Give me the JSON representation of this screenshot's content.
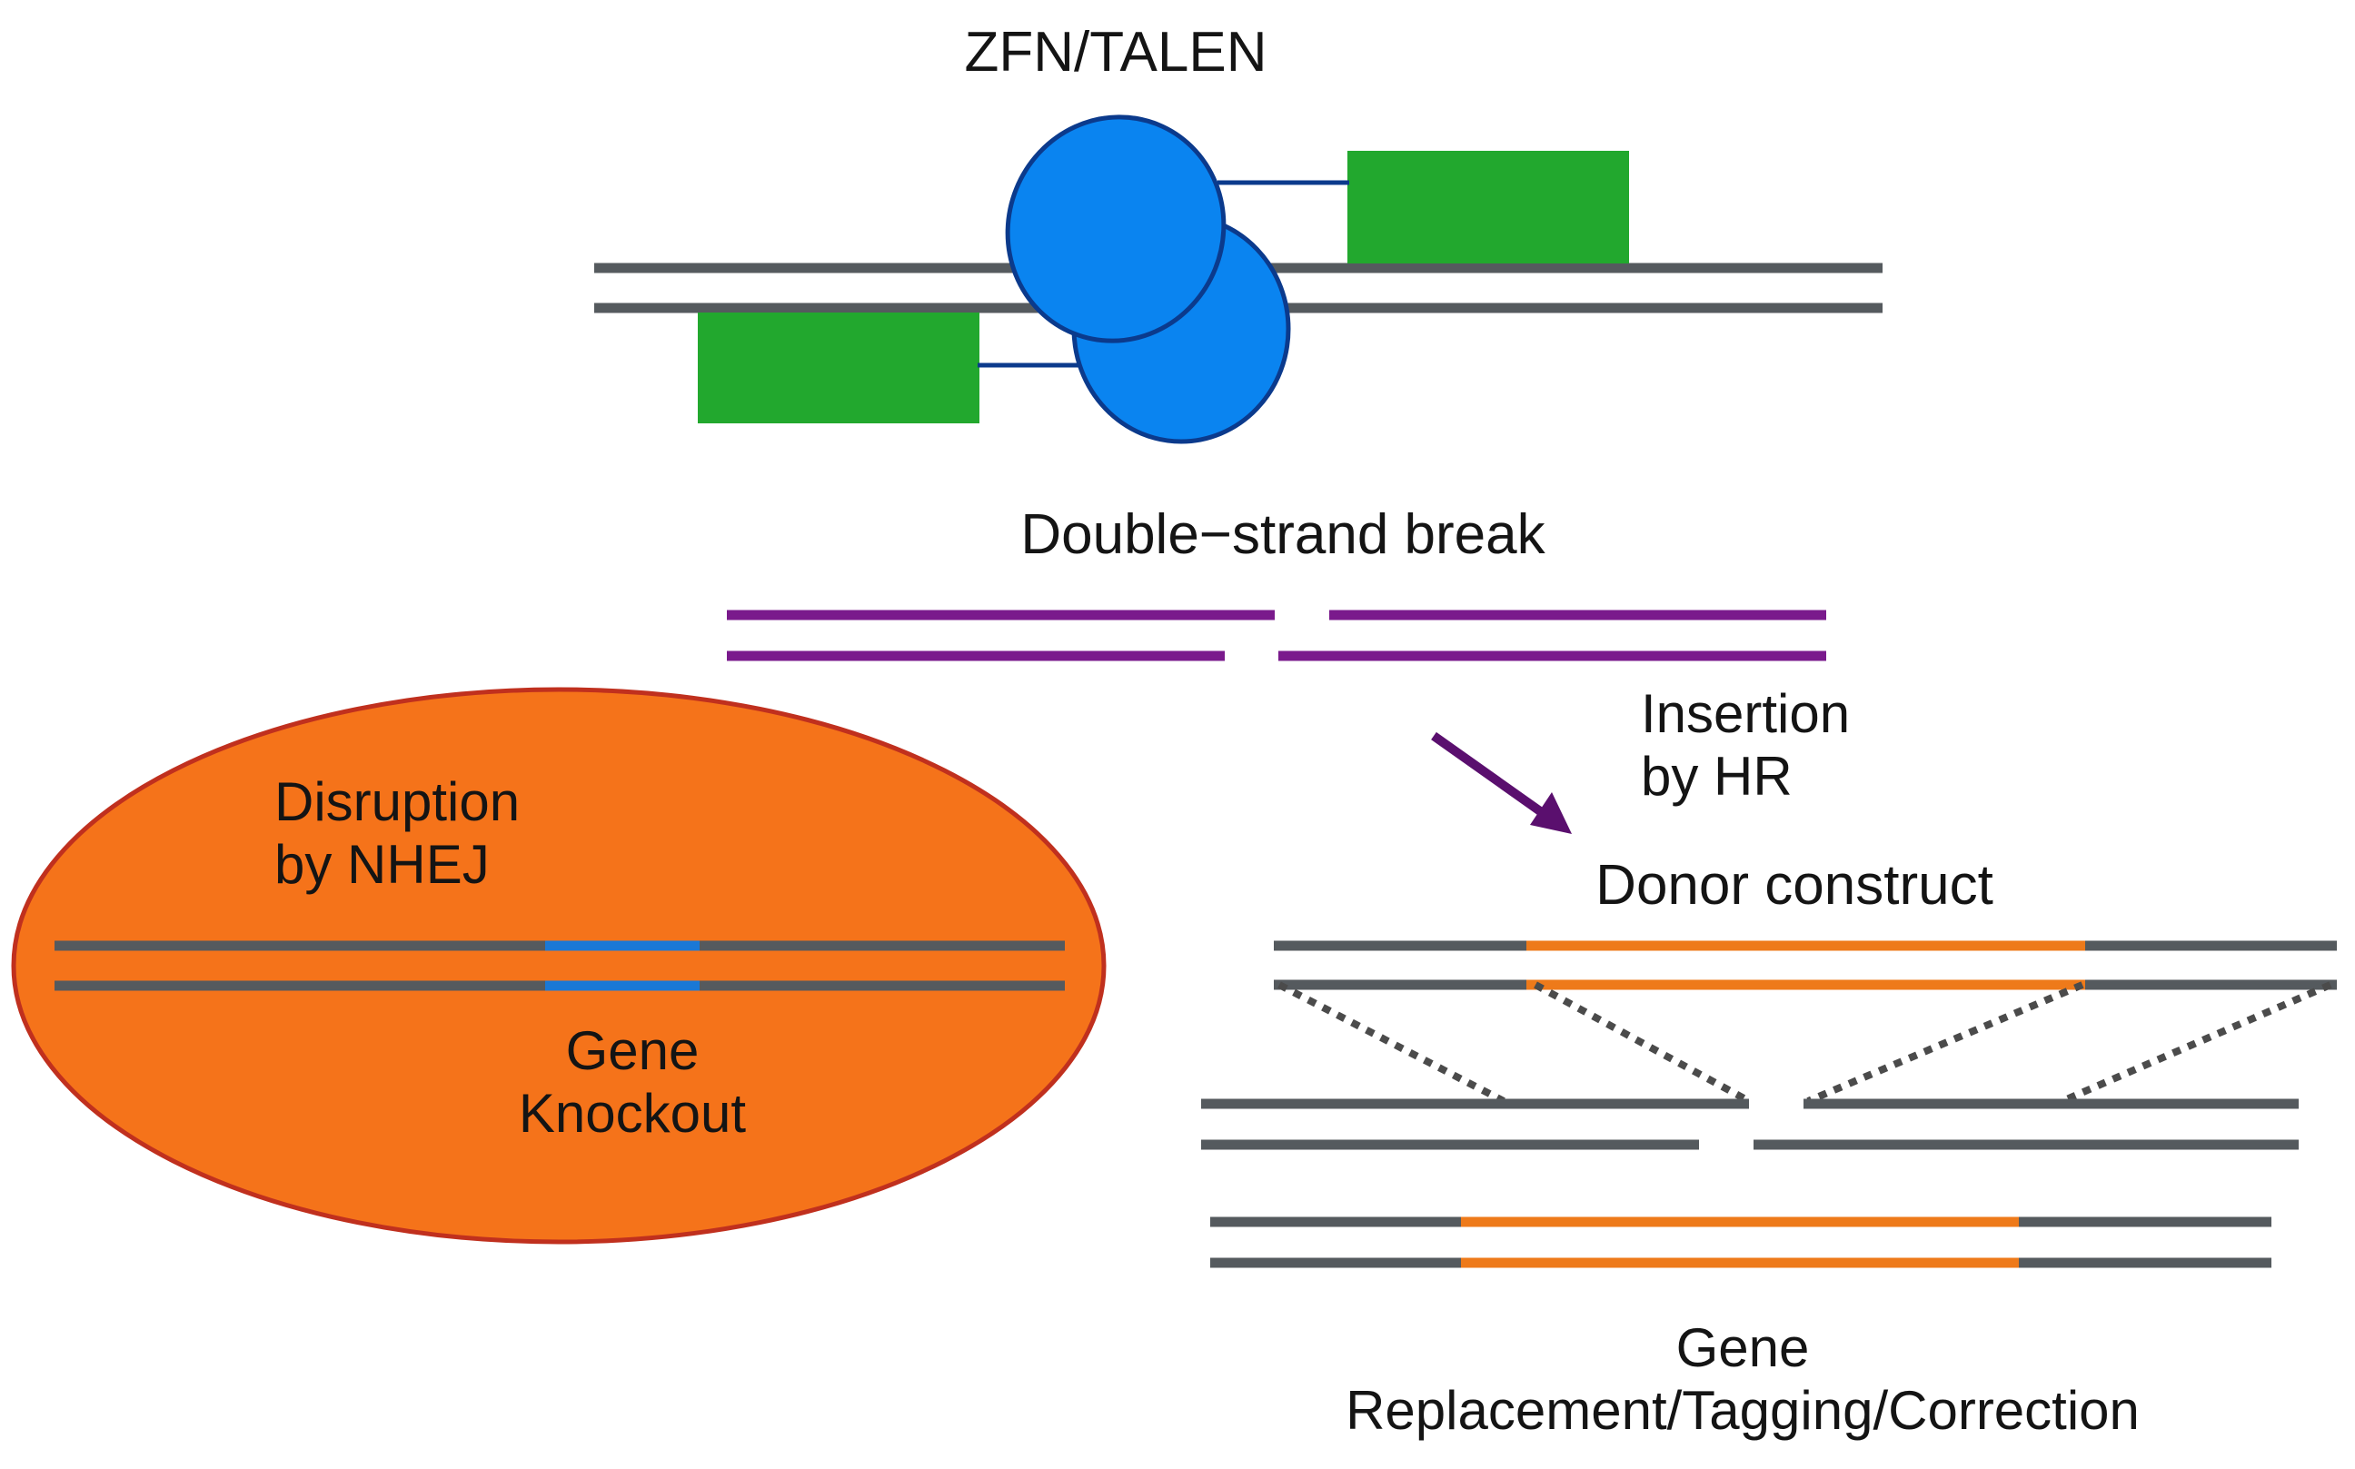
{
  "labels": {
    "nuclease": "ZFN/TALEN",
    "dsb": "Double−strand break",
    "hr_line1": "Insertion",
    "hr_line2": "by HR",
    "nhej_line1": "Disruption",
    "nhej_line2": "by NHEJ",
    "knockout_line1": "Gene",
    "knockout_line2": "Knockout",
    "donor": "Donor construct",
    "replacement_line1": "Gene",
    "replacement_line2": "Replacement/Tagging/Correction"
  },
  "colors": {
    "dna_strand": "#555a5e",
    "nuclease_domain": "#0a84f0",
    "nuclease_outline": "#0b3a8c",
    "binding_domain": "#22a82e",
    "break_strand": "#7a1a8c",
    "arrow": "#5a0f6e",
    "knockout_fill": "#f5731a",
    "knockout_outline": "#c0301e",
    "knockout_mark": "#1a78d6",
    "donor_insert": "#ee7a1a",
    "homology_link": "#4b4b4b"
  }
}
